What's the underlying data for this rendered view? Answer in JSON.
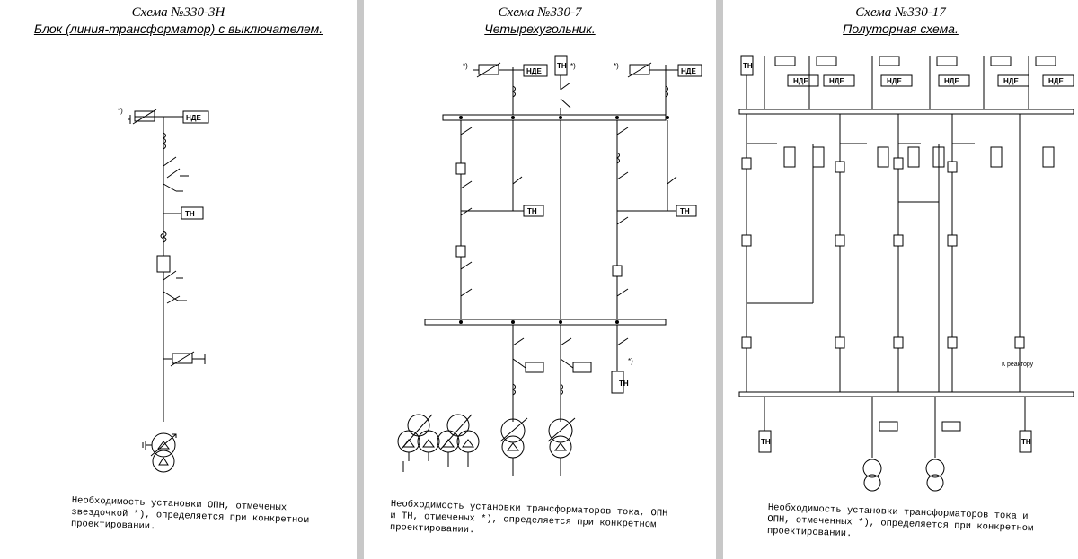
{
  "sheets": [
    {
      "title": "Схема  №330-3Н",
      "subtitle": "Блок (линия-трансформатор) с выключателем.",
      "note": "Необходимость установки ОПН, отмеченых\nзвездочкой *), определяется при конкретном\nпроектировании."
    },
    {
      "title": "Схема  №330-7",
      "subtitle": "Четырехугольник.",
      "note": "Необходимость установки трансформаторов тока, ОПН\nи ТН, отмеченых *), определяется при конкретном\nпроектировании."
    },
    {
      "title": "Схема  №330-17",
      "subtitle": "Полуторная схема.",
      "note": "Необходимость установки трансформаторов тока и\nОПН, отмеченных *), определяется при конкретном\nпроектировании.",
      "reactor_label": "К реактору"
    }
  ],
  "labels": {
    "hde": "НДЕ",
    "tn": "ТН",
    "star": "*)",
    "delta": "Δ"
  },
  "colors": {
    "background": "#c8c8c8",
    "sheet": "#ffffff",
    "line": "#000000"
  }
}
